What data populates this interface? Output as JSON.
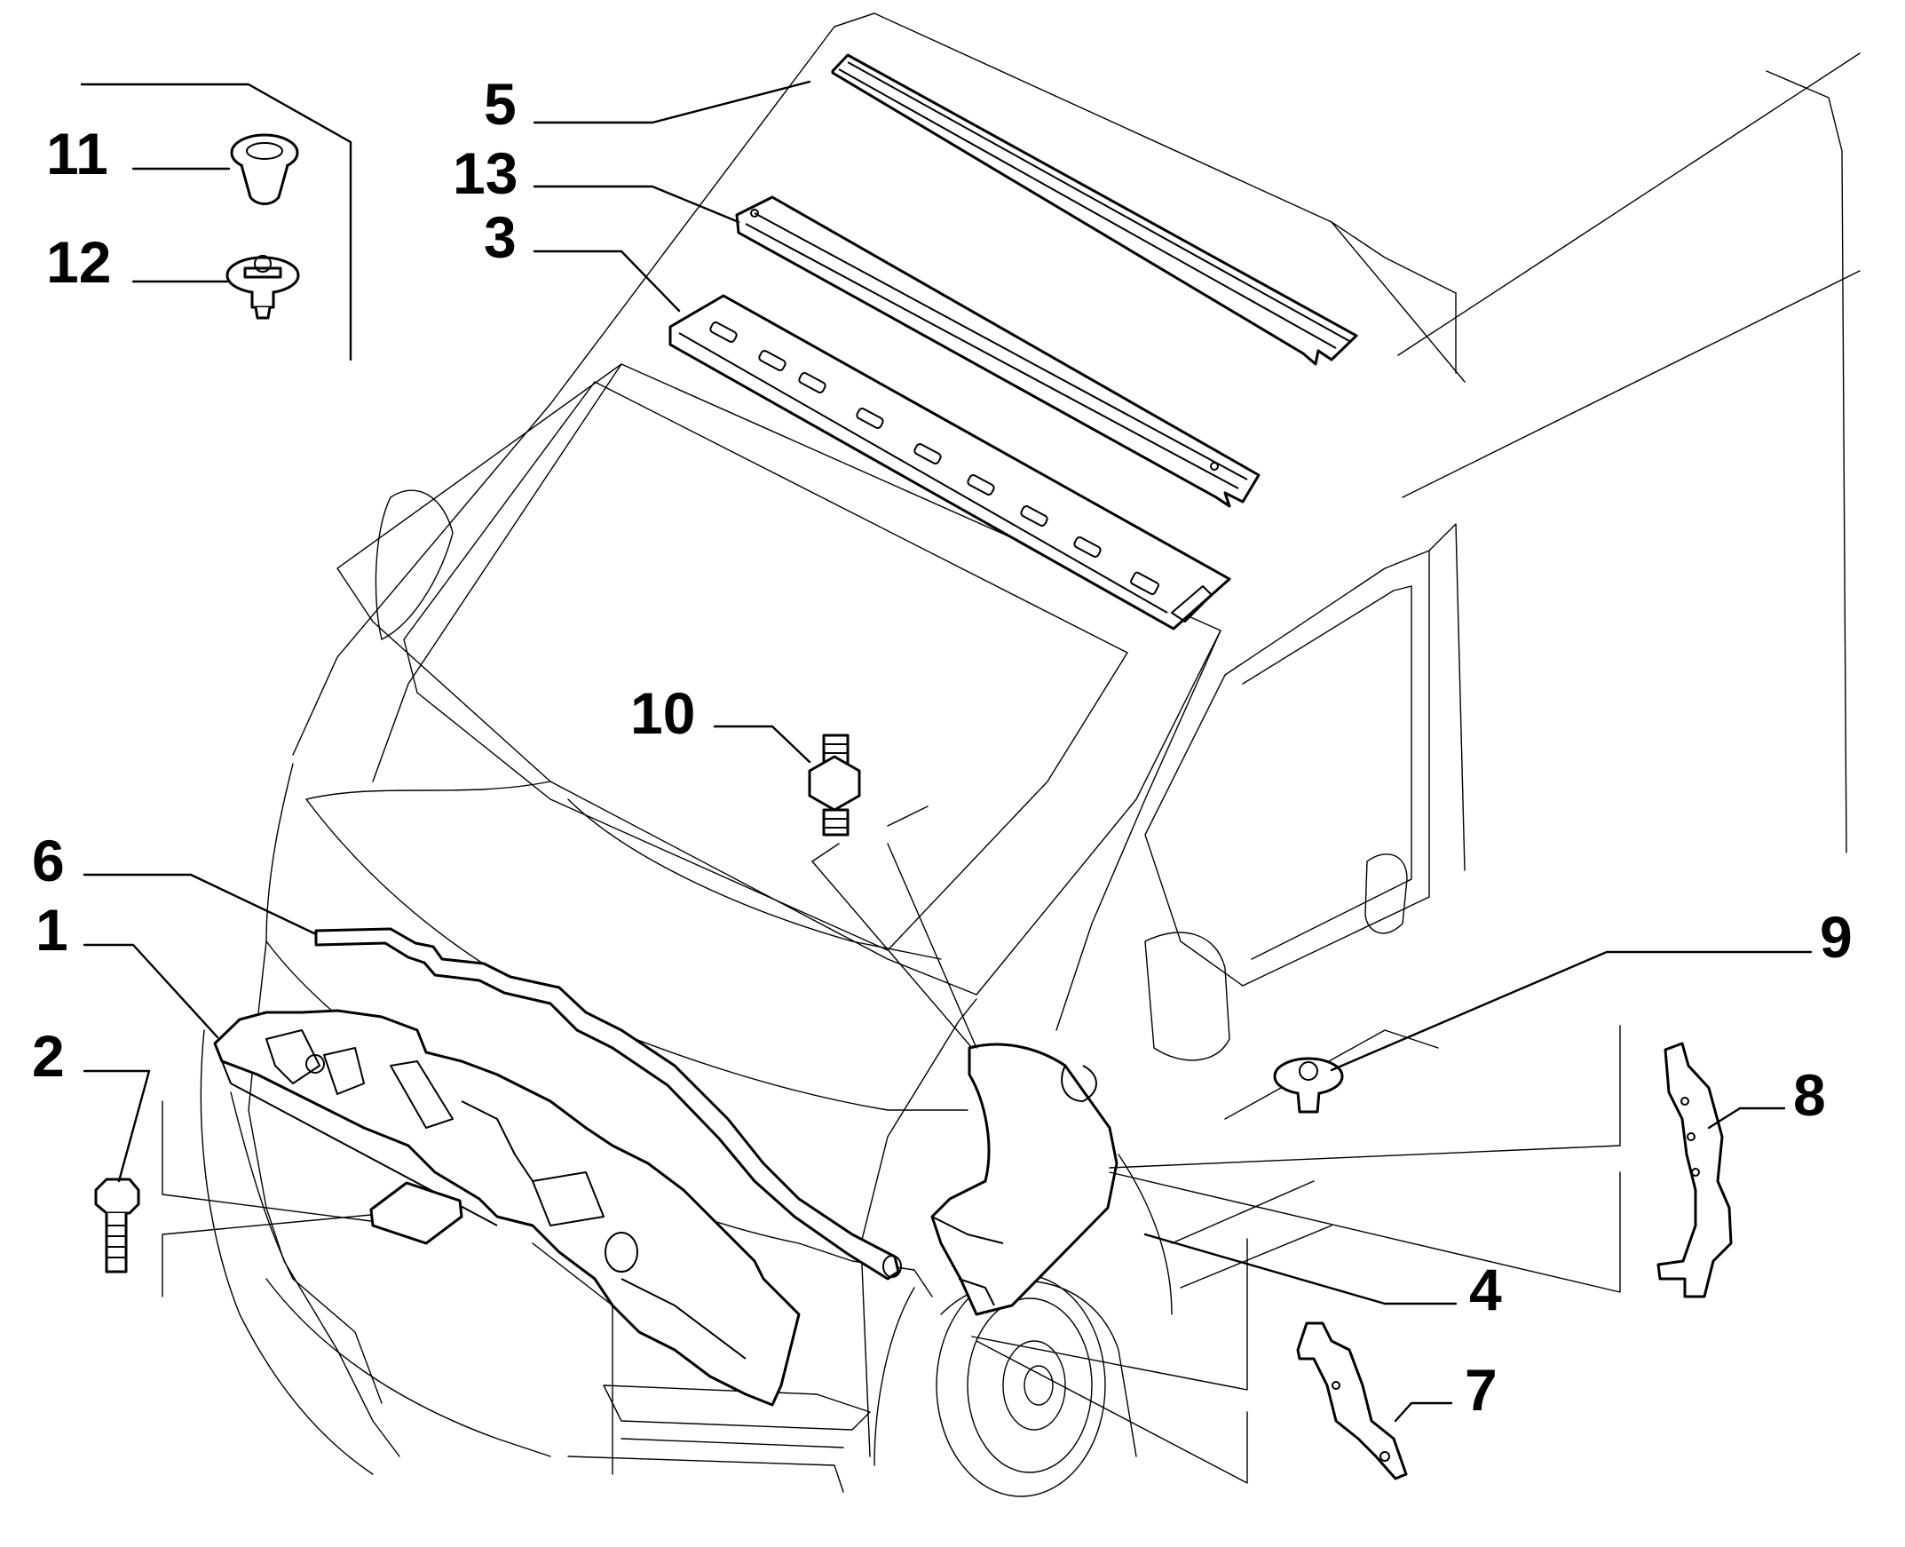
{
  "callouts": [
    {
      "id": "5",
      "label": "5"
    },
    {
      "id": "13",
      "label": "13"
    },
    {
      "id": "3",
      "label": "3"
    },
    {
      "id": "11",
      "label": "11"
    },
    {
      "id": "12",
      "label": "12"
    },
    {
      "id": "10",
      "label": "10"
    },
    {
      "id": "6",
      "label": "6"
    },
    {
      "id": "1",
      "label": "1"
    },
    {
      "id": "2",
      "label": "2"
    },
    {
      "id": "9",
      "label": "9"
    },
    {
      "id": "8",
      "label": "8"
    },
    {
      "id": "4",
      "label": "4"
    },
    {
      "id": "7",
      "label": "7"
    }
  ]
}
